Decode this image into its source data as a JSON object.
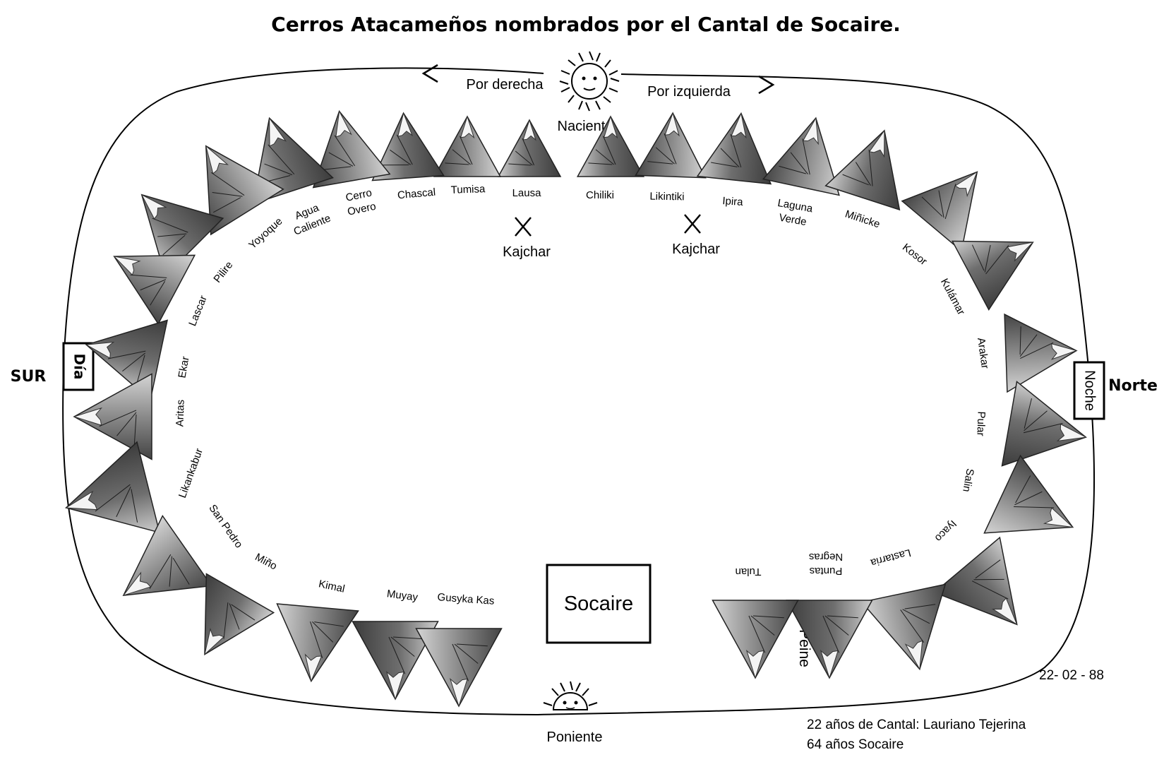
{
  "title": "Cerros Atacameños nombrados por el Cantal de Socaire.",
  "directions": {
    "left_dir": "Por derecha",
    "right_dir": "Por izquierda",
    "sunrise": "Naciente",
    "sunset": "Poniente",
    "south": "SUR",
    "north": "Norte",
    "day": "Día",
    "night": "Noche"
  },
  "kajchar_left": "Kajchar",
  "kajchar_right": "Kajchar",
  "center_label": "Socaire",
  "peine": "Peine",
  "date": "22- 02 - 88",
  "credit_line1": "22 años de Cantal: Lauriano Tejerina",
  "credit_line2": "64 años  Socaire",
  "hills": [
    "Lausa",
    "Tumisa",
    "Chascal",
    "Cerro Overo",
    "Agua Caliente",
    "Yoyoque",
    "Pilire",
    "Lascar",
    "Ekar",
    "Aritas",
    "Likankabur",
    "San Pedro",
    "Miño",
    "Kimal",
    "Muyay",
    "Gusyka Kas",
    "Chiliki",
    "Likintiki",
    "Ipira",
    "Laguna Verde",
    "Miñicke",
    "Kosor",
    "Kulámar",
    "Arakar",
    "Pular",
    "Salin",
    "Iyaco",
    "Lastarria",
    "Puntas Negras",
    "Tulan"
  ],
  "colors": {
    "line": "#000000",
    "mountain_dark": "#3a3a3a",
    "mountain_mid": "#7a7a7a",
    "mountain_light": "#c8c8c8"
  }
}
